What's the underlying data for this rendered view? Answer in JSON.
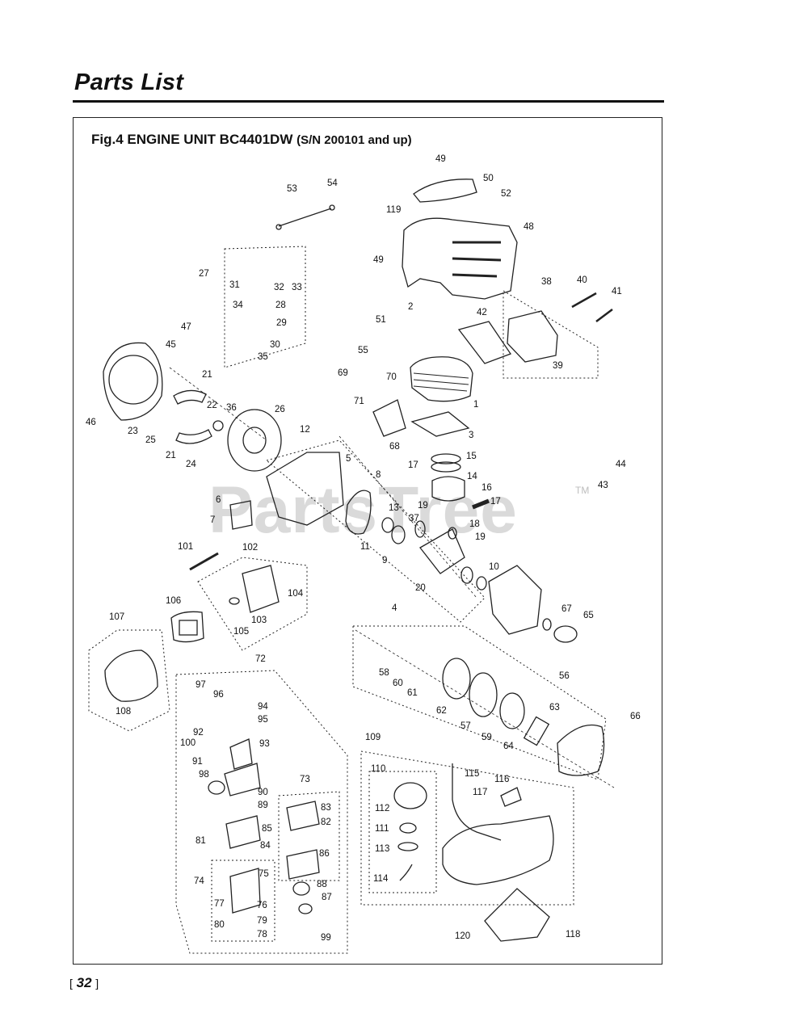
{
  "page": {
    "title": "Parts List",
    "page_number": "32",
    "watermark": "PartsTree",
    "watermark_tm": "TM"
  },
  "figure": {
    "title_main": "Fig.4 ENGINE UNIT  BC4401DW",
    "title_sn": "(S/N 200101 and up)"
  },
  "callouts": [
    "49",
    "50",
    "52",
    "53",
    "54",
    "119",
    "48",
    "49",
    "27",
    "31",
    "32",
    "33",
    "34",
    "28",
    "29",
    "30",
    "35",
    "47",
    "45",
    "21",
    "22",
    "36",
    "26",
    "46",
    "23",
    "25",
    "21",
    "24",
    "12",
    "38",
    "40",
    "41",
    "2",
    "42",
    "51",
    "39",
    "55",
    "69",
    "70",
    "1",
    "71",
    "68",
    "3",
    "44",
    "43",
    "5",
    "8",
    "17",
    "15",
    "14",
    "16",
    "17",
    "6",
    "7",
    "13",
    "19",
    "37",
    "18",
    "19",
    "11",
    "9",
    "101",
    "102",
    "104",
    "20",
    "10",
    "4",
    "103",
    "105",
    "106",
    "107",
    "67",
    "65",
    "108",
    "72",
    "56",
    "58",
    "60",
    "61",
    "62",
    "57",
    "59",
    "64",
    "63",
    "66",
    "97",
    "96",
    "94",
    "95",
    "92",
    "93",
    "100",
    "91",
    "98",
    "90",
    "89",
    "73",
    "83",
    "82",
    "85",
    "84",
    "81",
    "86",
    "88",
    "87",
    "75",
    "74",
    "76",
    "77",
    "79",
    "80",
    "78",
    "99",
    "109",
    "110",
    "115",
    "117",
    "116",
    "112",
    "111",
    "113",
    "114",
    "120",
    "118"
  ]
}
